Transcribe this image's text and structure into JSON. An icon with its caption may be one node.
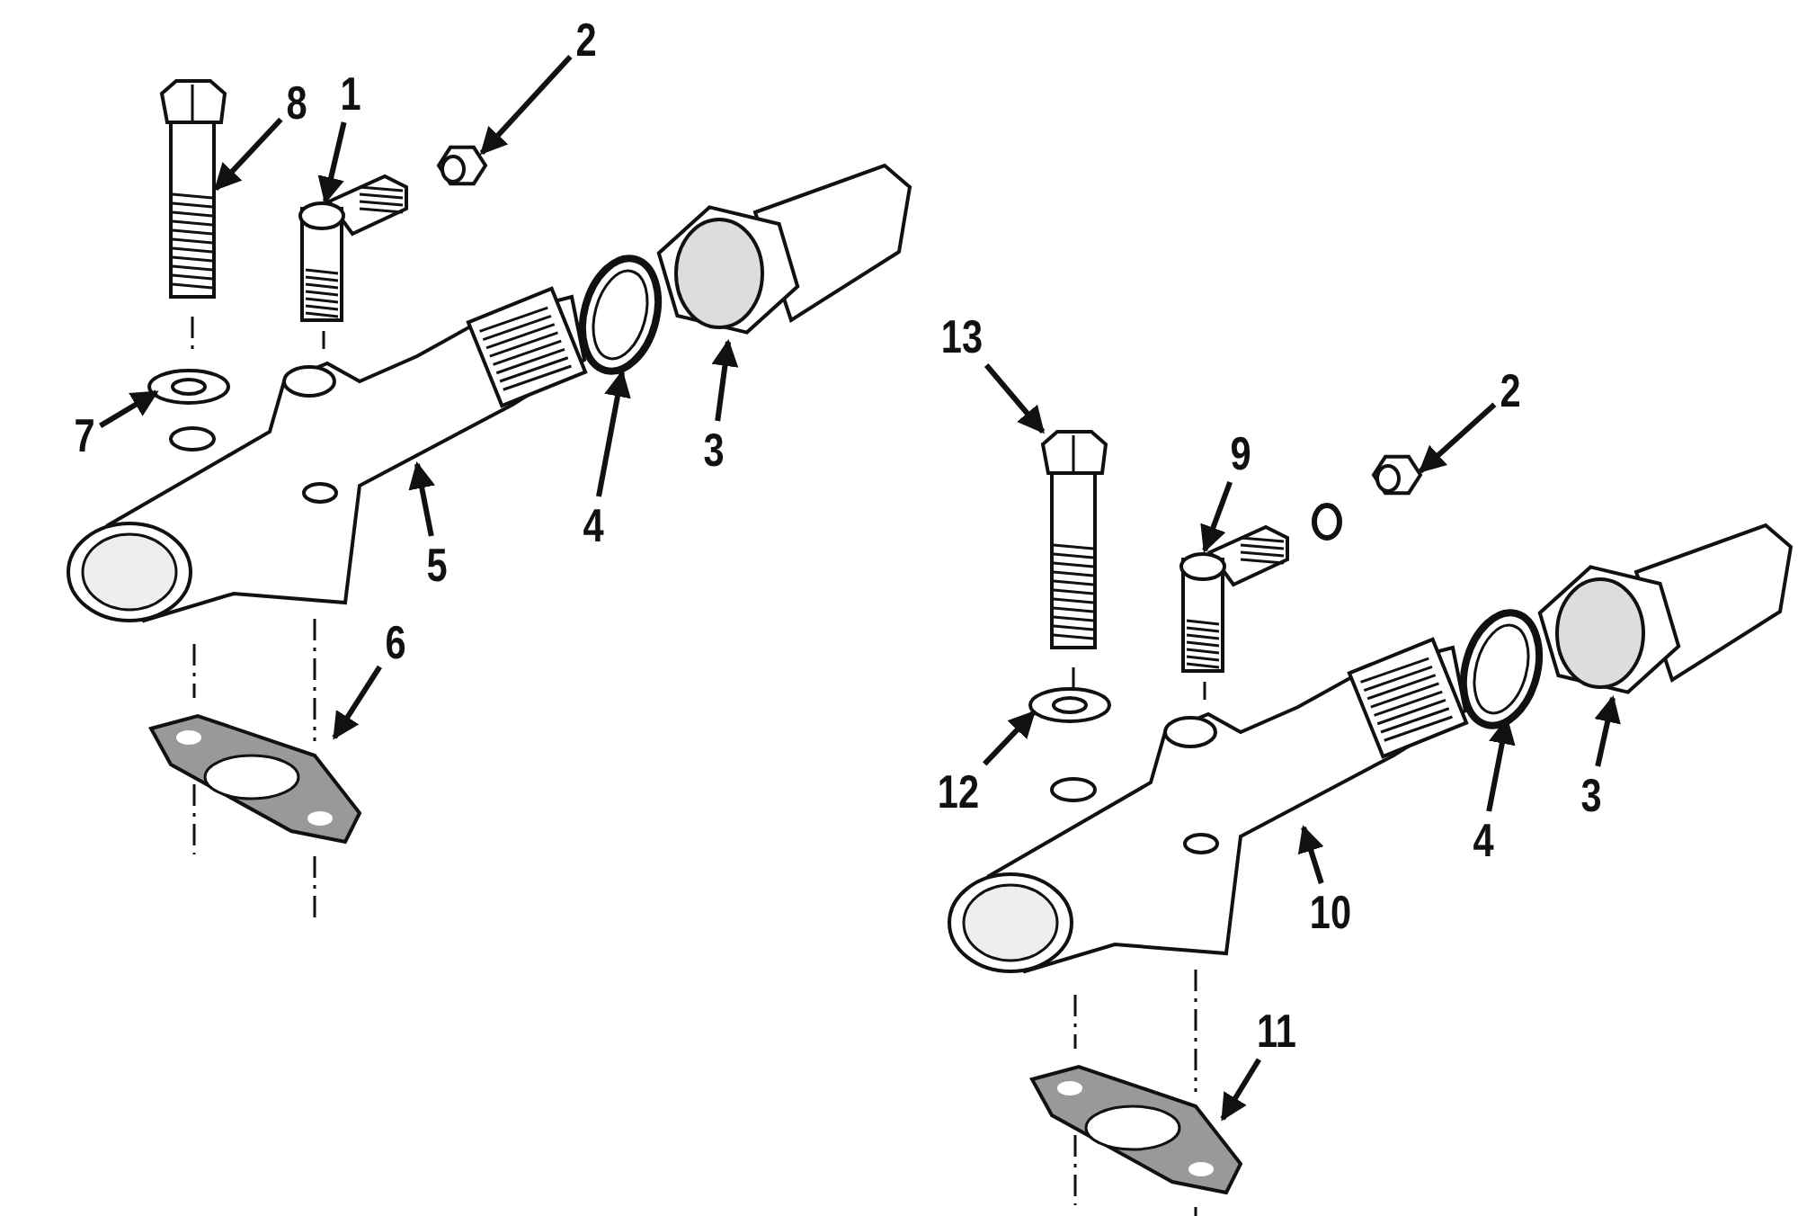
{
  "diagram": {
    "nodes": [
      {
        "text": [
          "8"
        ]
      },
      {
        "text": [],
        "shape": "picture"
      },
      {
        "text": [
          "1"
        ]
      },
      {
        "text": [],
        "shape": "picture"
      },
      {
        "text": [
          "2"
        ]
      },
      {
        "text": [],
        "shape": "picture"
      },
      {
        "text": [
          "3"
        ]
      },
      {
        "text": [],
        "shape": "picture"
      },
      {
        "text": [
          "4"
        ]
      },
      {
        "text": [],
        "shape": "picture"
      },
      {
        "text": [
          "7"
        ]
      },
      {
        "text": [],
        "shape": "picture"
      },
      {
        "text": [
          "5"
        ]
      },
      {
        "text": [],
        "shape": "picture"
      },
      {
        "text": [
          "6"
        ]
      },
      {
        "text": [],
        "shape": "picture"
      },
      {
        "text": [
          "13"
        ]
      },
      {
        "text": [],
        "shape": "picture"
      },
      {
        "text": [
          "9"
        ]
      },
      {
        "text": [],
        "shape": "picture"
      },
      {
        "text": [
          "2"
        ]
      },
      {
        "text": [],
        "shape": "picture"
      },
      {
        "text": [
          "3"
        ]
      },
      {
        "text": [],
        "shape": "picture"
      },
      {
        "text": [
          "4"
        ]
      },
      {
        "text": [],
        "shape": "picture"
      },
      {
        "text": [
          "12"
        ]
      },
      {
        "text": [],
        "shape": "picture"
      },
      {
        "text": [
          "10"
        ]
      },
      {
        "text": [],
        "shape": "picture"
      },
      {
        "text": [
          "11"
        ]
      },
      {
        "text": [],
        "shape": "picture"
      }
    ],
    "edges": [
      {
        "from": 0,
        "to": 1,
        "arrow": "to"
      },
      {
        "from": 2,
        "to": 3,
        "arrow": "to"
      },
      {
        "from": 4,
        "to": 5,
        "arrow": "to"
      },
      {
        "from": 6,
        "to": 7,
        "arrow": "to"
      },
      {
        "from": 8,
        "to": 9,
        "arrow": "to"
      },
      {
        "from": 10,
        "to": 11,
        "arrow": "to"
      },
      {
        "from": 12,
        "to": 13,
        "arrow": "to"
      },
      {
        "from": 14,
        "to": 15,
        "arrow": "to"
      },
      {
        "from": 16,
        "to": 17,
        "arrow": "to"
      },
      {
        "from": 18,
        "to": 19,
        "arrow": "to"
      },
      {
        "from": 20,
        "to": 21,
        "arrow": "to"
      },
      {
        "from": 22,
        "to": 23,
        "arrow": "to"
      },
      {
        "from": 24,
        "to": 25,
        "arrow": "to"
      },
      {
        "from": 26,
        "to": 27,
        "arrow": "to"
      },
      {
        "from": 28,
        "to": 29,
        "arrow": "to"
      },
      {
        "from": 30,
        "to": 31,
        "arrow": "to"
      }
    ]
  }
}
